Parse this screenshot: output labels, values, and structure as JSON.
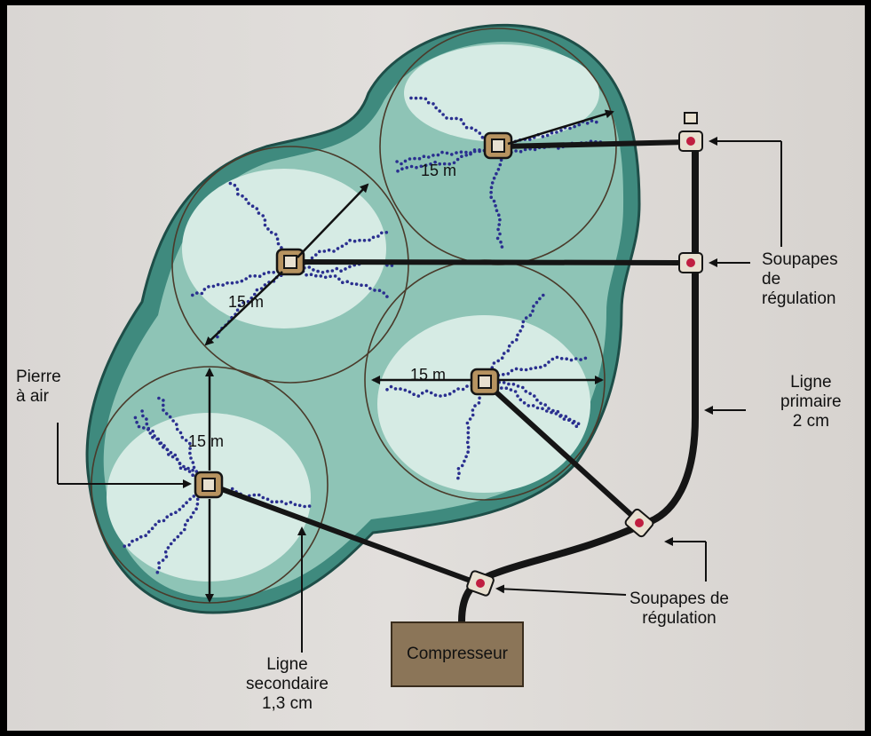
{
  "diagram": {
    "labels": {
      "valves_top": "Soupapes\nde\nrégulation",
      "primary_line": "Ligne\nprimaire\n2 cm",
      "air_stone": "Pierre\nà air",
      "valves_bottom": "Soupapes de\nrégulation",
      "secondary_line": "Ligne\nsecondaire\n1,3 cm",
      "compressor": "Compresseur"
    },
    "distances": {
      "top": "15 m",
      "left": "15 m",
      "middle": "15 m",
      "bottom": "15 m"
    },
    "colors": {
      "water_dark": "#3f8a7e",
      "water_mid": "#8ec4b6",
      "water_light": "#d6ebe4",
      "bubbles": "#2a2f8f",
      "pipe": "#151515",
      "compressor": "#8b7558",
      "valve": "#c02040"
    }
  }
}
